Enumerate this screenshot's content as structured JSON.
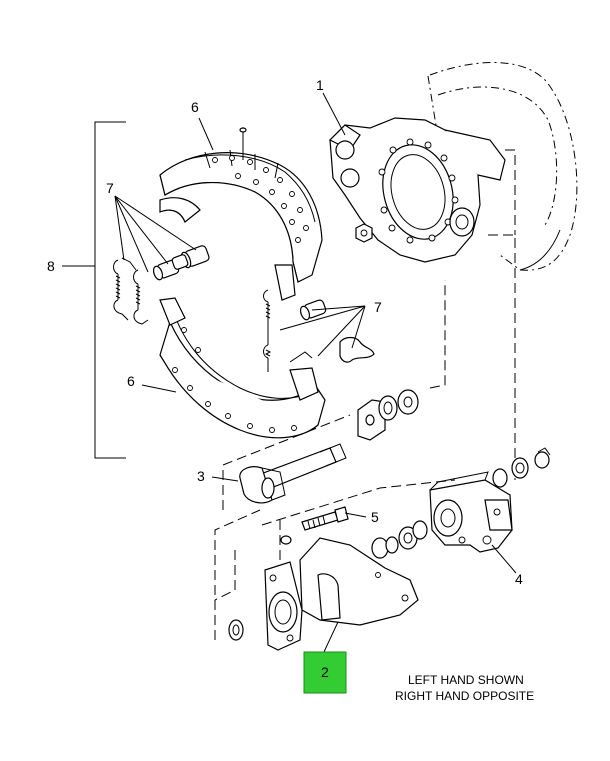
{
  "callouts": {
    "c1": "1",
    "c2": "2",
    "c3": "3",
    "c4": "4",
    "c5": "5",
    "c6a": "6",
    "c6b": "6",
    "c7a": "7",
    "c7b": "7",
    "c8": "8"
  },
  "note": {
    "line1": "LEFT HAND SHOWN",
    "line2": "RIGHT HAND OPPOSITE"
  },
  "highlight_color": "#33cc33"
}
